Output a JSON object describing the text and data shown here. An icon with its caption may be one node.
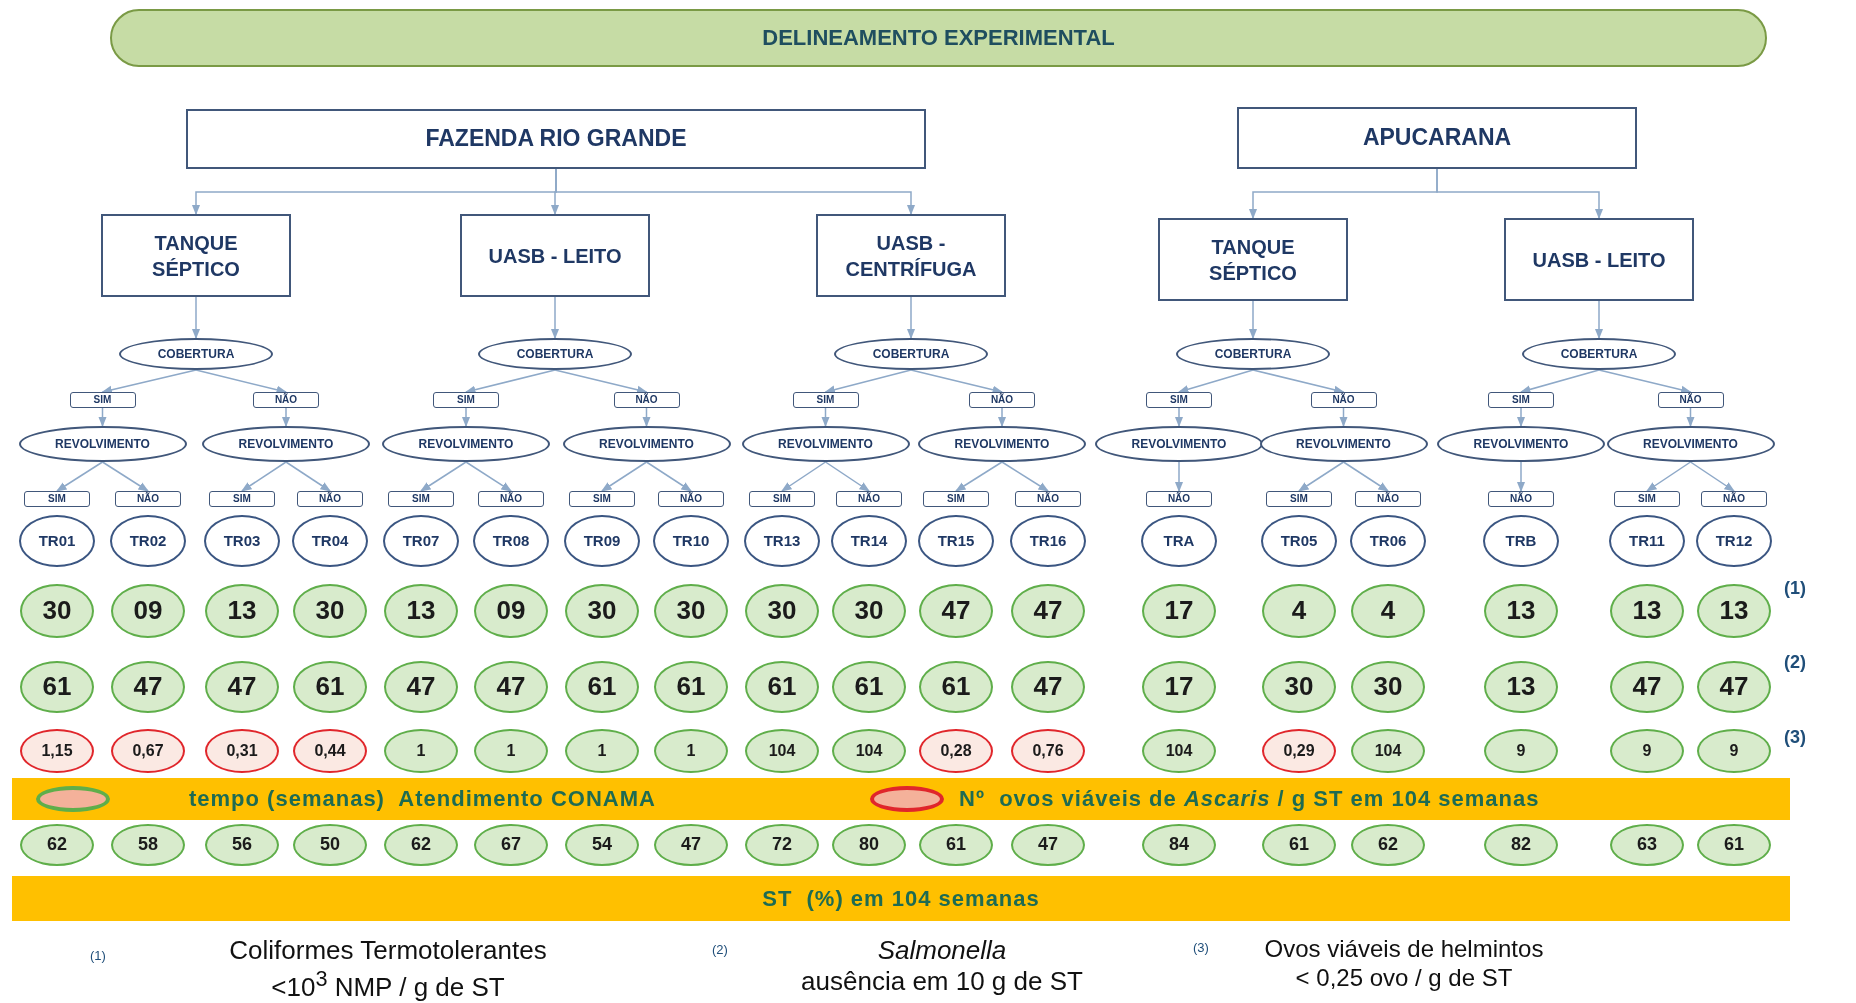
{
  "diagram": {
    "title": "DELINEAMENTO EXPERIMENTAL",
    "nodes": [
      {
        "text": [
          "FAZENDA RIO GRANDE"
        ]
      },
      {
        "text": [
          "APUCARANA"
        ]
      },
      {
        "text": [
          "TANQUE SÉPTICO"
        ]
      },
      {
        "text": [
          "UASB - LEITO"
        ]
      },
      {
        "text": [
          "UASB - CENTRÍFUGA"
        ]
      },
      {
        "text": [
          "TANQUE SÉPTICO"
        ]
      },
      {
        "text": [
          "UASB - LEITO"
        ]
      },
      {
        "text": [
          "COBERTURA"
        ]
      },
      {
        "text": [
          "COBERTURA"
        ]
      },
      {
        "text": [
          "COBERTURA"
        ]
      },
      {
        "text": [
          "COBERTURA"
        ]
      },
      {
        "text": [
          "COBERTURA"
        ]
      },
      {
        "text": [
          "SIM"
        ]
      },
      {
        "text": [
          "NÃO"
        ]
      },
      {
        "text": [
          "SIM"
        ]
      },
      {
        "text": [
          "NÃO"
        ]
      },
      {
        "text": [
          "SIM"
        ]
      },
      {
        "text": [
          "NÃO"
        ]
      },
      {
        "text": [
          "SIM"
        ]
      },
      {
        "text": [
          "NÃO"
        ]
      },
      {
        "text": [
          "SIM"
        ]
      },
      {
        "text": [
          "NÃO"
        ]
      },
      {
        "text": [
          "REVOLVIMENTO"
        ]
      },
      {
        "text": [
          "REVOLVIMENTO"
        ]
      },
      {
        "text": [
          "REVOLVIMENTO"
        ]
      },
      {
        "text": [
          "REVOLVIMENTO"
        ]
      },
      {
        "text": [
          "REVOLVIMENTO"
        ]
      },
      {
        "text": [
          "REVOLVIMENTO"
        ]
      },
      {
        "text": [
          "REVOLVIMENTO"
        ]
      },
      {
        "text": [
          "REVOLVIMENTO"
        ]
      },
      {
        "text": [
          "REVOLVIMENTO"
        ]
      },
      {
        "text": [
          "REVOLVIMENTO"
        ]
      },
      {
        "text": [
          "SIM"
        ]
      },
      {
        "text": [
          "NÃO"
        ]
      },
      {
        "text": [
          "SIM"
        ]
      },
      {
        "text": [
          "NÃO"
        ]
      },
      {
        "text": [
          "SIM"
        ]
      },
      {
        "text": [
          "NÃO"
        ]
      },
      {
        "text": [
          "SIM"
        ]
      },
      {
        "text": [
          "NÃO"
        ]
      },
      {
        "text": [
          "SIM"
        ]
      },
      {
        "text": [
          "NÃO"
        ]
      },
      {
        "text": [
          "SIM"
        ]
      },
      {
        "text": [
          "NÃO"
        ]
      },
      {
        "text": [
          "NÃO"
        ]
      },
      {
        "text": [
          "SIM"
        ]
      },
      {
        "text": [
          "NÃO"
        ]
      },
      {
        "text": [
          "NÃO"
        ]
      },
      {
        "text": [
          "SIM"
        ]
      },
      {
        "text": [
          "NÃO"
        ]
      },
      {
        "text": [
          "TR01"
        ]
      },
      {
        "text": [
          "TR02"
        ]
      },
      {
        "text": [
          "TR03"
        ]
      },
      {
        "text": [
          "TR04"
        ]
      },
      {
        "text": [
          "TR07"
        ]
      },
      {
        "text": [
          "TR08"
        ]
      },
      {
        "text": [
          "TR09"
        ]
      },
      {
        "text": [
          "TR10"
        ]
      },
      {
        "text": [
          "TR13"
        ]
      },
      {
        "text": [
          "TR14"
        ]
      },
      {
        "text": [
          "TR15"
        ]
      },
      {
        "text": [
          "TR16"
        ]
      },
      {
        "text": [
          "TRA"
        ]
      },
      {
        "text": [
          "TR05"
        ]
      },
      {
        "text": [
          "TR06"
        ]
      },
      {
        "text": [
          "TRB"
        ]
      },
      {
        "text": [
          "TR11"
        ]
      },
      {
        "text": [
          "TR12"
        ]
      },
      {
        "text": [
          "30"
        ]
      },
      {
        "text": [
          "09"
        ]
      },
      {
        "text": [
          "13"
        ]
      },
      {
        "text": [
          "30"
        ]
      },
      {
        "text": [
          "13"
        ]
      },
      {
        "text": [
          "09"
        ]
      },
      {
        "text": [
          "30"
        ]
      },
      {
        "text": [
          "30"
        ]
      },
      {
        "text": [
          "30"
        ]
      },
      {
        "text": [
          "30"
        ]
      },
      {
        "text": [
          "47"
        ]
      },
      {
        "text": [
          "47"
        ]
      },
      {
        "text": [
          "17"
        ]
      },
      {
        "text": [
          "4"
        ]
      },
      {
        "text": [
          "4"
        ]
      },
      {
        "text": [
          "13"
        ]
      },
      {
        "text": [
          "13"
        ]
      },
      {
        "text": [
          "13"
        ]
      },
      {
        "text": [
          "61"
        ]
      },
      {
        "text": [
          "47"
        ]
      },
      {
        "text": [
          "47"
        ]
      },
      {
        "text": [
          "61"
        ]
      },
      {
        "text": [
          "47"
        ]
      },
      {
        "text": [
          "47"
        ]
      },
      {
        "text": [
          "61"
        ]
      },
      {
        "text": [
          "61"
        ]
      },
      {
        "text": [
          "61"
        ]
      },
      {
        "text": [
          "61"
        ]
      },
      {
        "text": [
          "61"
        ]
      },
      {
        "text": [
          "47"
        ]
      },
      {
        "text": [
          "17"
        ]
      },
      {
        "text": [
          "30"
        ]
      },
      {
        "text": [
          "30"
        ]
      },
      {
        "text": [
          "13"
        ]
      },
      {
        "text": [
          "47"
        ]
      },
      {
        "text": [
          "47"
        ]
      },
      {
        "text": [
          "1,15"
        ]
      },
      {
        "text": [
          "0,67"
        ]
      },
      {
        "text": [
          "0,31"
        ]
      },
      {
        "text": [
          "0,44"
        ]
      },
      {
        "text": [
          "1"
        ]
      },
      {
        "text": [
          "1"
        ]
      },
      {
        "text": [
          "1"
        ]
      },
      {
        "text": [
          "1"
        ]
      },
      {
        "text": [
          "104"
        ]
      },
      {
        "text": [
          "104"
        ]
      },
      {
        "text": [
          "0,28"
        ]
      },
      {
        "text": [
          "0,76"
        ]
      },
      {
        "text": [
          "104"
        ]
      },
      {
        "text": [
          "0,29"
        ]
      },
      {
        "text": [
          "104"
        ]
      },
      {
        "text": [
          "9"
        ]
      },
      {
        "text": [
          "9"
        ]
      },
      {
        "text": [
          "9"
        ]
      },
      {
        "text": [
          "62"
        ]
      },
      {
        "text": [
          "58"
        ]
      },
      {
        "text": [
          "56"
        ]
      },
      {
        "text": [
          "50"
        ]
      },
      {
        "text": [
          "62"
        ]
      },
      {
        "text": [
          "67"
        ]
      },
      {
        "text": [
          "54"
        ]
      },
      {
        "text": [
          "47"
        ]
      },
      {
        "text": [
          "72"
        ]
      },
      {
        "text": [
          "80"
        ]
      },
      {
        "text": [
          "61"
        ]
      },
      {
        "text": [
          "47"
        ]
      },
      {
        "text": [
          "84"
        ]
      },
      {
        "text": [
          "61"
        ]
      },
      {
        "text": [
          "62"
        ]
      },
      {
        "text": [
          "82"
        ]
      },
      {
        "text": [
          "63"
        ]
      },
      {
        "text": [
          "61"
        ]
      }
    ],
    "edges": [
      {
        "from": 0,
        "to": 2,
        "arrow": "to"
      },
      {
        "from": 0,
        "to": 3,
        "arrow": "to"
      },
      {
        "from": 0,
        "to": 4,
        "arrow": "to"
      },
      {
        "from": 1,
        "to": 5,
        "arrow": "to"
      },
      {
        "from": 1,
        "to": 6,
        "arrow": "to"
      },
      {
        "from": 2,
        "to": 7,
        "arrow": "to"
      },
      {
        "from": 3,
        "to": 8,
        "arrow": "to"
      },
      {
        "from": 4,
        "to": 9,
        "arrow": "to"
      },
      {
        "from": 5,
        "to": 10,
        "arrow": "to"
      },
      {
        "from": 6,
        "to": 11,
        "arrow": "to"
      },
      {
        "from": 7,
        "to": 12,
        "arrow": "to"
      },
      {
        "from": 7,
        "to": 13,
        "arrow": "to"
      },
      {
        "from": 8,
        "to": 14,
        "arrow": "to"
      },
      {
        "from": 8,
        "to": 15,
        "arrow": "to"
      },
      {
        "from": 9,
        "to": 16,
        "arrow": "to"
      },
      {
        "from": 9,
        "to": 17,
        "arrow": "to"
      },
      {
        "from": 10,
        "to": 18,
        "arrow": "to"
      },
      {
        "from": 10,
        "to": 19,
        "arrow": "to"
      },
      {
        "from": 11,
        "to": 20,
        "arrow": "to"
      },
      {
        "from": 11,
        "to": 21,
        "arrow": "to"
      },
      {
        "from": 12,
        "to": 22,
        "arrow": "to"
      },
      {
        "from": 13,
        "to": 23,
        "arrow": "to"
      },
      {
        "from": 14,
        "to": 24,
        "arrow": "to"
      },
      {
        "from": 15,
        "to": 25,
        "arrow": "to"
      },
      {
        "from": 16,
        "to": 26,
        "arrow": "to"
      },
      {
        "from": 17,
        "to": 27,
        "arrow": "to"
      },
      {
        "from": 18,
        "to": 28,
        "arrow": "to"
      },
      {
        "from": 19,
        "to": 29,
        "arrow": "to"
      },
      {
        "from": 20,
        "to": 30,
        "arrow": "to"
      },
      {
        "from": 21,
        "to": 31,
        "arrow": "to"
      },
      {
        "from": 22,
        "to": 32,
        "arrow": "to"
      },
      {
        "from": 22,
        "to": 33,
        "arrow": "to"
      },
      {
        "from": 23,
        "to": 34,
        "arrow": "to"
      },
      {
        "from": 23,
        "to": 35,
        "arrow": "to"
      },
      {
        "from": 24,
        "to": 36,
        "arrow": "to"
      },
      {
        "from": 24,
        "to": 37,
        "arrow": "to"
      },
      {
        "from": 25,
        "to": 38,
        "arrow": "to"
      },
      {
        "from": 25,
        "to": 39,
        "arrow": "to"
      },
      {
        "from": 26,
        "to": 40,
        "arrow": "to"
      },
      {
        "from": 26,
        "to": 41,
        "arrow": "to"
      },
      {
        "from": 27,
        "to": 42,
        "arrow": "to"
      },
      {
        "from": 27,
        "to": 43,
        "arrow": "to"
      },
      {
        "from": 28,
        "to": 44,
        "arrow": "to"
      },
      {
        "from": 29,
        "to": 45,
        "arrow": "to"
      },
      {
        "from": 29,
        "to": 46,
        "arrow": "to"
      },
      {
        "from": 30,
        "to": 47,
        "arrow": "to"
      },
      {
        "from": 31,
        "to": 48,
        "arrow": "to"
      },
      {
        "from": 31,
        "to": 49,
        "arrow": "to"
      }
    ],
    "labels": [
      "(1)",
      "(2)",
      "(3)",
      "ST  (%) em 104 semanas",
      "(1)",
      "Coliformes Termotolerantes <10$^{3}$ NMP / g de ST",
      "(2)",
      "*Salmonella* ausência em 10 g de ST",
      "(3)",
      "Ovos viáveis de helmintos < 0,25 ovo / g de ST"
    ],
    "legend": [
      {
        "text": "tempo (semanas)  Atendimento CONAMA",
        "color": "#5fae4a"
      },
      {
        "text": "Nº  ovos viáveis de *Ascaris* / g ST em 104 semanas",
        "color": "#e0262b"
      }
    ]
  }
}
